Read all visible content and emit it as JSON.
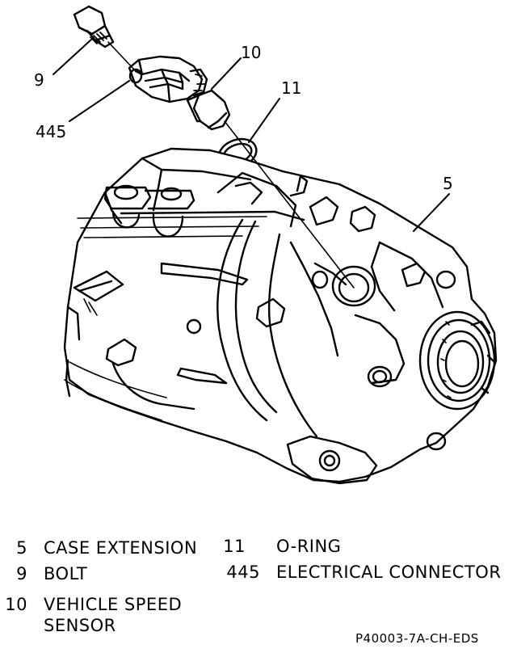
{
  "callouts": [
    {
      "number": "9"
    },
    {
      "number": "445"
    },
    {
      "number": "10"
    },
    {
      "number": "11"
    },
    {
      "number": "5"
    }
  ],
  "legend": [
    {
      "number": "5",
      "label": "CASE EXTENSION"
    },
    {
      "number": "9",
      "label": "BOLT"
    },
    {
      "number": "10",
      "label": "VEHICLE SPEED",
      "label_line2": "SENSOR"
    },
    {
      "number": "11",
      "label": "O-RING"
    },
    {
      "number": "445",
      "label": "ELECTRICAL CONNECTOR"
    }
  ],
  "figure_code": "P40003-7A-CH-EDS",
  "colors": {
    "ink": "#000000",
    "paper": "#ffffff"
  }
}
